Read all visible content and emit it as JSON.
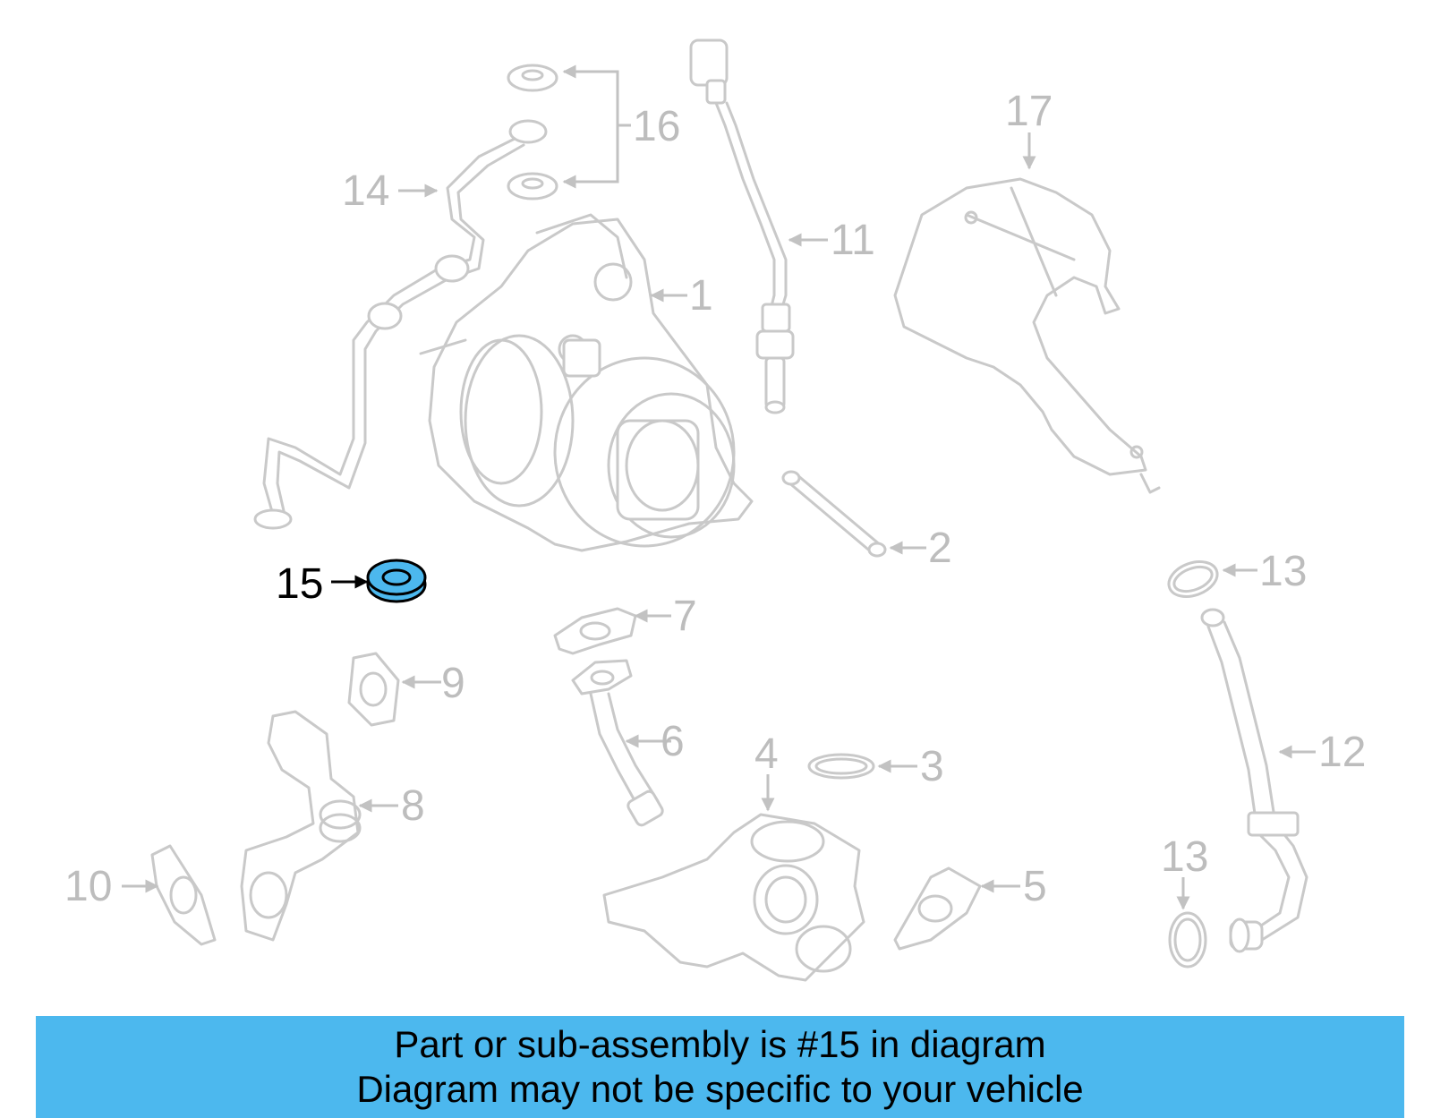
{
  "callouts": {
    "c1": "1",
    "c2": "2",
    "c3": "3",
    "c4": "4",
    "c5": "5",
    "c6": "6",
    "c7": "7",
    "c8": "8",
    "c9": "9",
    "c10": "10",
    "c11": "11",
    "c12": "12",
    "c13a": "13",
    "c13b": "13",
    "c14": "14",
    "c15": "15",
    "c16": "16",
    "c17": "17"
  },
  "highlighted_part": "15",
  "colors": {
    "highlight_fill": "#4cb8ee",
    "banner_background": "#4cb8ee",
    "part_outline": "#c9c9c9"
  },
  "banner": {
    "line1": "Part or sub-assembly is #15 in diagram",
    "line2": "Diagram may not be specific to your vehicle"
  }
}
